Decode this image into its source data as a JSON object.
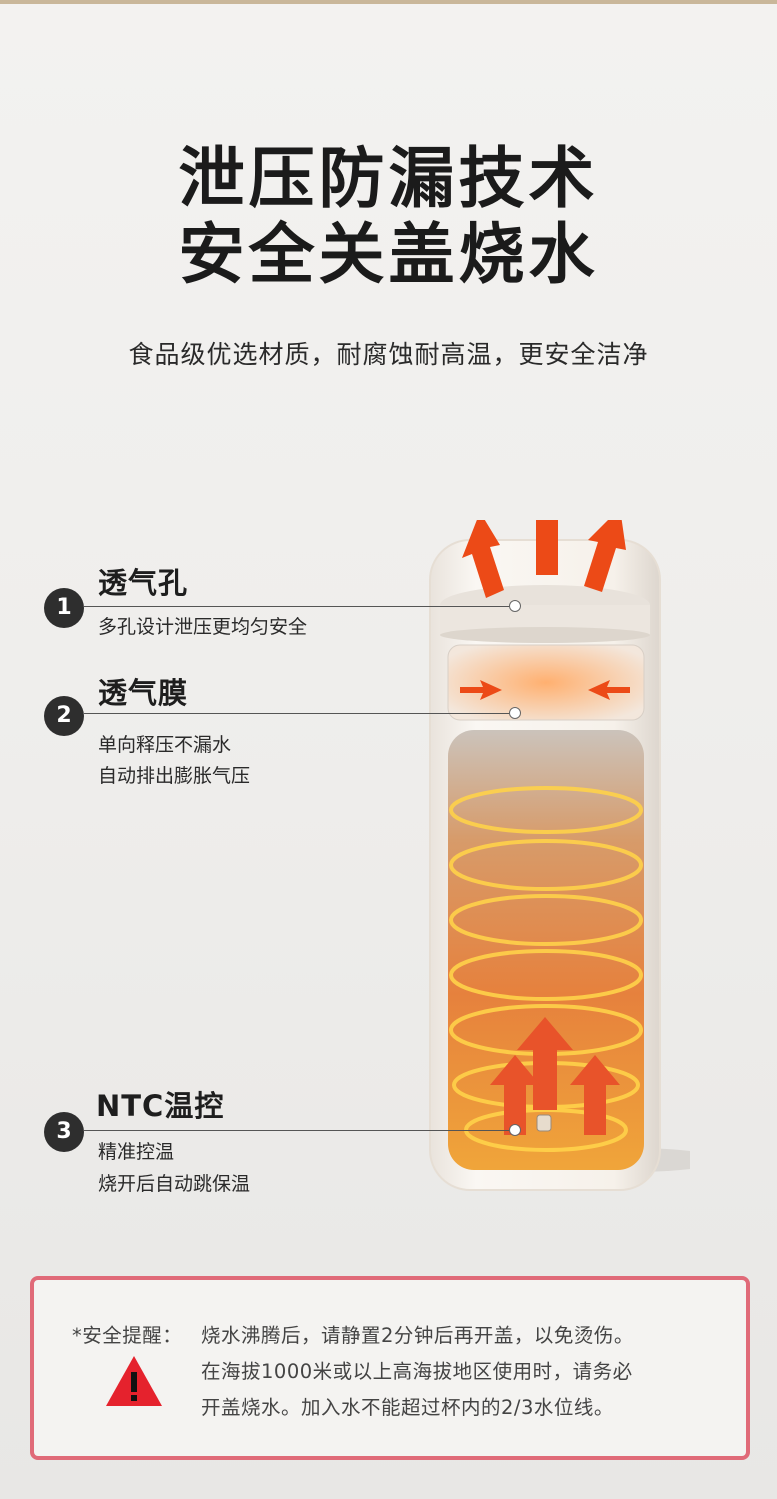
{
  "headline": {
    "line1": "泄压防漏技术",
    "line2": "安全关盖烧水"
  },
  "subtitle": "食品级优选材质，耐腐蚀耐高温，更安全洁净",
  "features": [
    {
      "number": "1",
      "title": "透气孔",
      "desc1": "多孔设计泄压更均匀安全",
      "desc2": ""
    },
    {
      "number": "2",
      "title": "透气膜",
      "desc1": "单向释压不漏水",
      "desc2": "自动排出膨胀气压"
    },
    {
      "number": "3",
      "title": "NTC温控",
      "desc1": "精准控温",
      "desc2": "烧开后自动跳保温"
    }
  ],
  "warning": {
    "icon": "warning-triangle-icon",
    "lead": "*安全提醒：",
    "line1": "烧水沸腾后，请静置2分钟后再开盖，以免烫伤。",
    "line2": "在海拔1000米或以上高海拔地区使用时，请务必",
    "line3": "开盖烧水。加入水不能超过杯内的2/3水位线。"
  },
  "colors": {
    "accent_warning": "#e06a78",
    "arrow_orange": "#ee5a24",
    "glow": "#ffb000",
    "bottle_shell": "#f7f3ee"
  }
}
